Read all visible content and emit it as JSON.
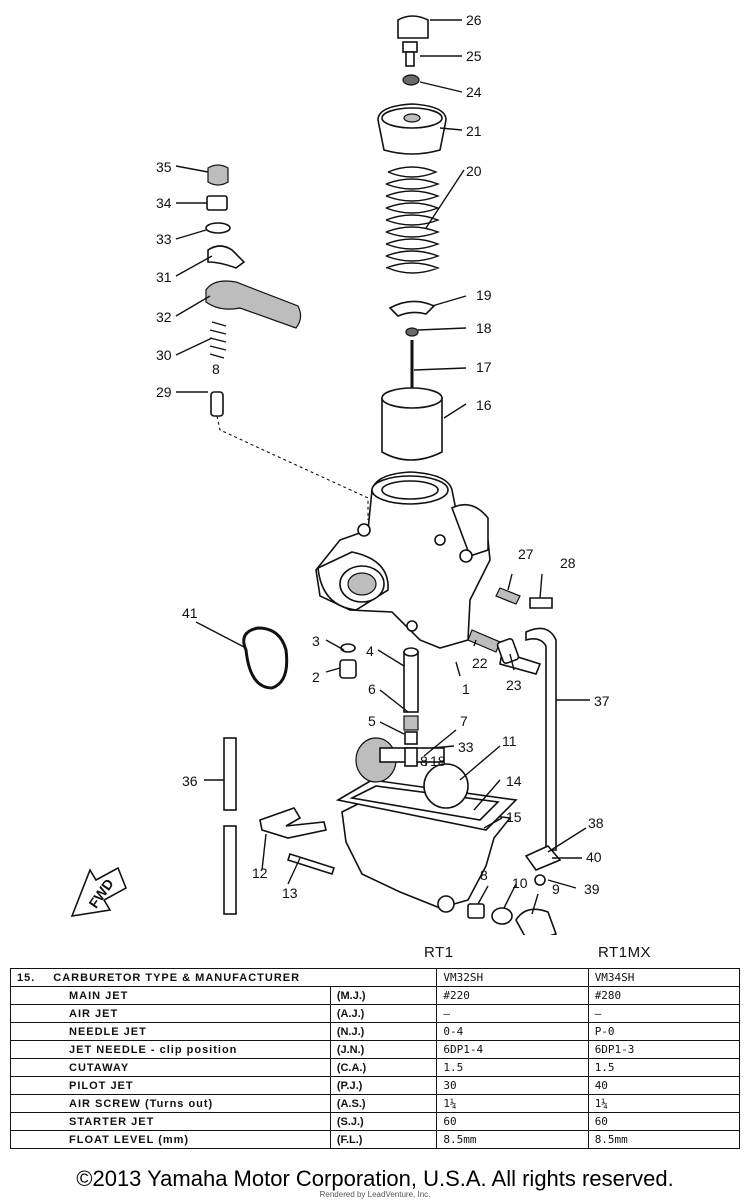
{
  "part_numbers": [
    "1",
    "2",
    "3",
    "4",
    "5",
    "6",
    "7",
    "8",
    "8",
    "8",
    "9",
    "10",
    "11",
    "12",
    "13",
    "14",
    "15",
    "16",
    "17",
    "18",
    "18",
    "19",
    "20",
    "21",
    "22",
    "23",
    "24",
    "25",
    "26",
    "27",
    "28",
    "29",
    "30",
    "31",
    "32",
    "33",
    "33",
    "34",
    "35",
    "36",
    "37",
    "38",
    "39",
    "40",
    "41"
  ],
  "fwd_label": "FWD",
  "model_headers": [
    "RT1",
    "RT1MX"
  ],
  "spec_table": {
    "section_number": "15.",
    "title": "CARBURETOR TYPE & MANUFACTURER",
    "title_values": [
      "VM32SH",
      "VM34SH"
    ],
    "rows": [
      {
        "name": "MAIN JET",
        "abbr": "(M.J.)",
        "v1": "#220",
        "v2": "#280"
      },
      {
        "name": "AIR JET",
        "abbr": "(A.J.)",
        "v1": "–",
        "v2": "–"
      },
      {
        "name": "NEEDLE JET",
        "abbr": "(N.J.)",
        "v1": "0-4",
        "v2": "P-0"
      },
      {
        "name": "JET NEEDLE - clip position",
        "abbr": "(J.N.)",
        "v1": "6DP1-4",
        "v2": "6DP1-3"
      },
      {
        "name": "CUTAWAY",
        "abbr": "(C.A.)",
        "v1": "1.5",
        "v2": "1.5"
      },
      {
        "name": "PILOT JET",
        "abbr": "(P.J.)",
        "v1": "30",
        "v2": "40"
      },
      {
        "name": "AIR SCREW (Turns out)",
        "abbr": "(A.S.)",
        "v1": "1¼",
        "v2": "1¼"
      },
      {
        "name": "STARTER JET",
        "abbr": "(S.J.)",
        "v1": "60",
        "v2": "60"
      },
      {
        "name": "FLOAT LEVEL (mm)",
        "abbr": "(F.L.)",
        "v1": "8.5mm",
        "v2": "8.5mm"
      }
    ]
  },
  "copyright": "©2013 Yamaha Motor Corporation, U.S.A. All rights reserved.",
  "watermark": "Rendered by LeadVenture, Inc."
}
